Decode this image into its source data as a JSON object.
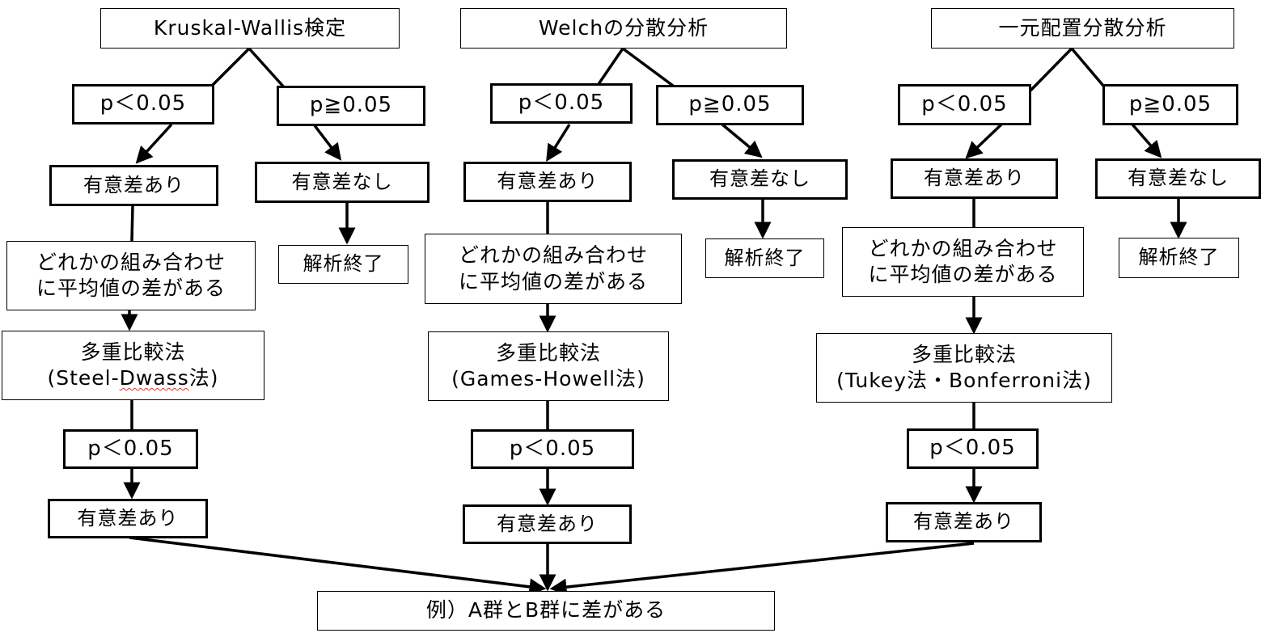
{
  "columns": [
    {
      "test": "Kruskal-Wallis検定",
      "p_sig": "p＜0.05",
      "p_nonsig": "p≧0.05",
      "sig_result": "有意差あり",
      "nonsig_result": "有意差なし",
      "end": "解析終了",
      "meaning": [
        "どれかの組み合わせ",
        "に平均値の差がある"
      ],
      "posthoc_title": "多重比較法",
      "posthoc_method_prefix": "(Steel-",
      "posthoc_method_misspelled": "Dwass",
      "posthoc_method_suffix": "法)",
      "posthoc_p": "p＜0.05",
      "posthoc_result": "有意差あり"
    },
    {
      "test": "Welchの分散分析",
      "p_sig": "p＜0.05",
      "p_nonsig": "p≧0.05",
      "sig_result": "有意差あり",
      "nonsig_result": "有意差なし",
      "end": "解析終了",
      "meaning": [
        "どれかの組み合わせ",
        "に平均値の差がある"
      ],
      "posthoc_title": "多重比較法",
      "posthoc_method": "(Games-Howell法)",
      "posthoc_p": "p＜0.05",
      "posthoc_result": "有意差あり"
    },
    {
      "test": "一元配置分散分析",
      "p_sig": "p＜0.05",
      "p_nonsig": "p≧0.05",
      "sig_result": "有意差あり",
      "nonsig_result": "有意差なし",
      "end": "解析終了",
      "meaning": [
        "どれかの組み合わせ",
        "に平均値の差がある"
      ],
      "posthoc_title": "多重比較法",
      "posthoc_method": "(Tukey法・Bonferroni法)",
      "posthoc_p": "p＜0.05",
      "posthoc_result": "有意差あり"
    }
  ],
  "conclusion": "例）A群とB群に差がある"
}
